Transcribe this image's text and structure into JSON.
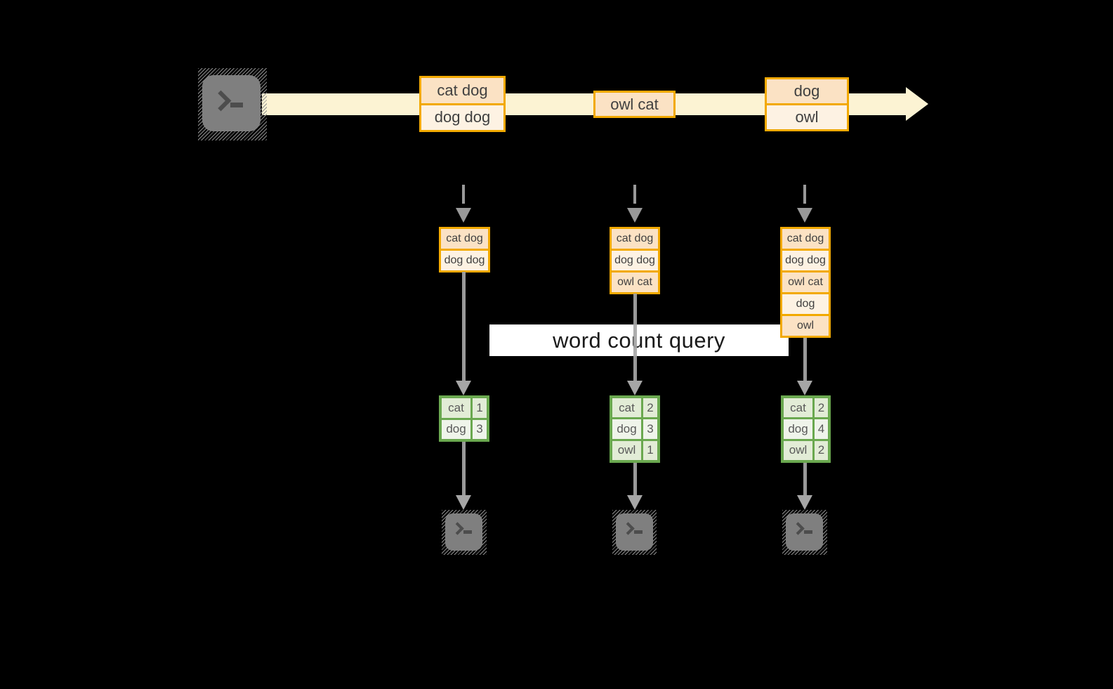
{
  "background": "#000000",
  "palette": {
    "amber_border": "#F2A900",
    "peach_fill": "#FBE2C4",
    "cream_fill": "#FDF2E3",
    "band_fill": "#FCF3D3",
    "green_border": "#6AA84F",
    "green_row_light": "#E2ECD6",
    "green_row_lighter": "#EFF4EA",
    "icon_gray": "#7F7F7F",
    "arrow_gray": "#A6A6A6",
    "box_text": "#404040",
    "table_text": "#595959",
    "query_text": "#1A1A1A"
  },
  "source": {
    "icon": "terminal-icon"
  },
  "stream_events": [
    {
      "rows": [
        "cat dog",
        "dog dog"
      ]
    },
    {
      "rows": [
        "owl cat"
      ]
    },
    {
      "rows": [
        "dog",
        "owl"
      ]
    }
  ],
  "query": {
    "label": "word count query"
  },
  "snapshots": [
    {
      "buffer": [
        "cat dog",
        "dog dog"
      ],
      "counts": [
        {
          "word": "cat",
          "count": "1"
        },
        {
          "word": "dog",
          "count": "3"
        }
      ]
    },
    {
      "buffer": [
        "cat dog",
        "dog dog",
        "owl cat"
      ],
      "counts": [
        {
          "word": "cat",
          "count": "2"
        },
        {
          "word": "dog",
          "count": "3"
        },
        {
          "word": "owl",
          "count": "1"
        }
      ]
    },
    {
      "buffer": [
        "cat dog",
        "dog dog",
        "owl cat",
        "dog",
        "owl"
      ],
      "counts": [
        {
          "word": "cat",
          "count": "2"
        },
        {
          "word": "dog",
          "count": "4"
        },
        {
          "word": "owl",
          "count": "2"
        }
      ]
    }
  ],
  "sinks": [
    {
      "icon": "terminal-icon"
    },
    {
      "icon": "terminal-icon"
    },
    {
      "icon": "terminal-icon"
    }
  ]
}
